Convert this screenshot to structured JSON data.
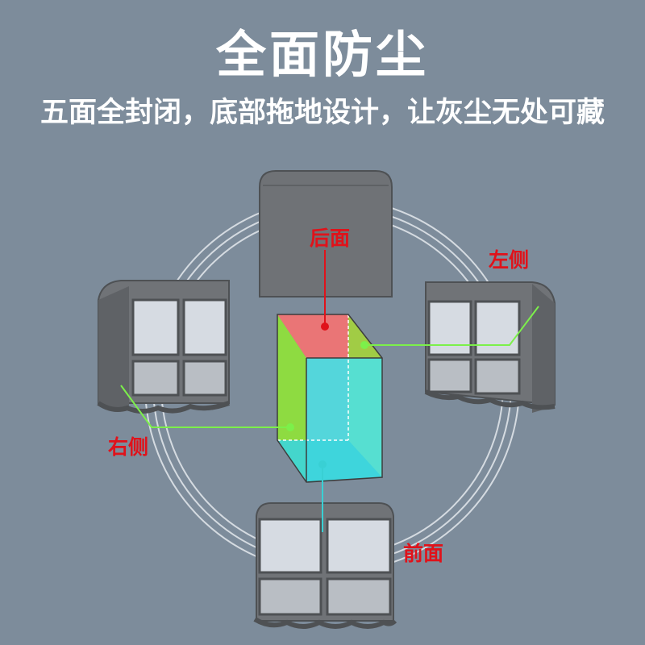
{
  "title": "全面防尘",
  "subtitle": "五面全封闭，底部拖地设计，让灰尘无处可藏",
  "labels": {
    "back": "后面",
    "left": "左侧",
    "right": "右侧",
    "front": "前面"
  },
  "colors": {
    "background": "#7d8c9b",
    "label": "#e0121a",
    "face_back": "#f07474",
    "face_front": "#4ee0e4",
    "face_side": "#8fe23a",
    "leader_line": "#7cf04a"
  }
}
